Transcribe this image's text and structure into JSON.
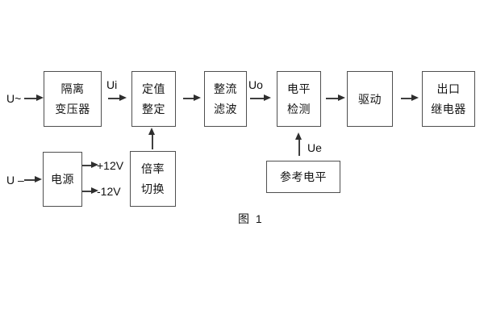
{
  "diagram": {
    "caption": "图 1",
    "colors": {
      "background": "#ffffff",
      "line": "#3f3f3f",
      "border": "#4f4f4f",
      "text": "#141414"
    },
    "blocks": {
      "isolation_transformer": {
        "line1": "隔离",
        "line2": "变压器"
      },
      "setting": {
        "line1": "定值",
        "line2": "整定"
      },
      "rectifier_filter": {
        "line1": "整流",
        "line2": "滤波"
      },
      "level_detect": {
        "line1": "电平",
        "line2": "检测"
      },
      "drive": {
        "line1": "驱动"
      },
      "output_relay": {
        "line1": "出口",
        "line2": "继电器"
      },
      "power": {
        "line1": "电源"
      },
      "ratio_switch": {
        "line1": "倍率",
        "line2": "切换"
      },
      "reference_level": {
        "line1": "参考电平"
      }
    },
    "signals": {
      "input_ac": "U~",
      "input_dc": "U –",
      "ui": "Ui",
      "uo": "Uo",
      "ue": "Ue",
      "plus12": "+12V",
      "minus12": "-12V"
    }
  }
}
